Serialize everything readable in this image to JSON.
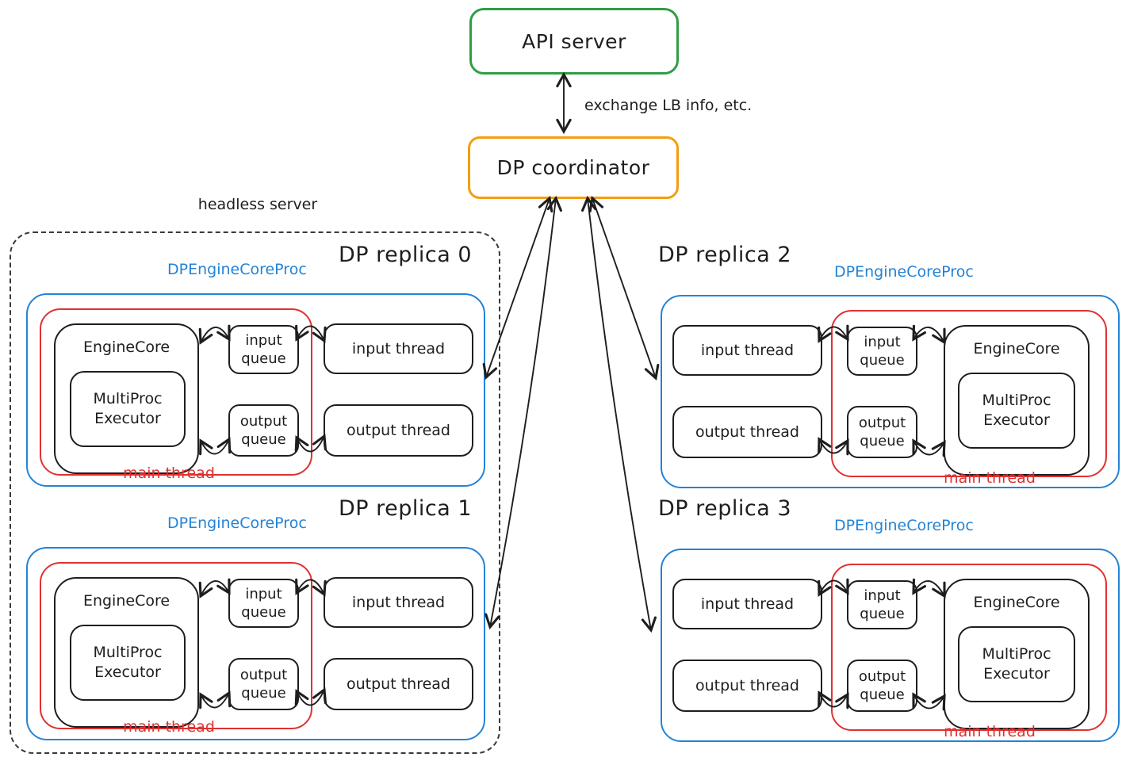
{
  "api_server": {
    "label": "API server"
  },
  "dp_coordinator": {
    "label": "DP coordinator"
  },
  "exchange_label": "exchange LB info, etc.",
  "headless_server": {
    "label": "headless server"
  },
  "shared": {
    "proc_label": "DPEngineCoreProc",
    "main_thread": "main thread",
    "engine_core": "EngineCore",
    "multiproc": [
      "MultiProc",
      "Executor"
    ],
    "input_queue": [
      "input",
      "queue"
    ],
    "output_queue": [
      "output",
      "queue"
    ],
    "input_thread": "input thread",
    "output_thread": "output thread"
  },
  "replicas": [
    {
      "title": "DP replica 0"
    },
    {
      "title": "DP replica 1"
    },
    {
      "title": "DP replica 2"
    },
    {
      "title": "DP replica 3"
    }
  ],
  "colors": {
    "api_border": "#2f9e44",
    "coordinator_border": "#f59d0e",
    "proc_border": "#2383d6",
    "main_thread_border": "#e03131",
    "stroke": "#1e1e1e"
  }
}
